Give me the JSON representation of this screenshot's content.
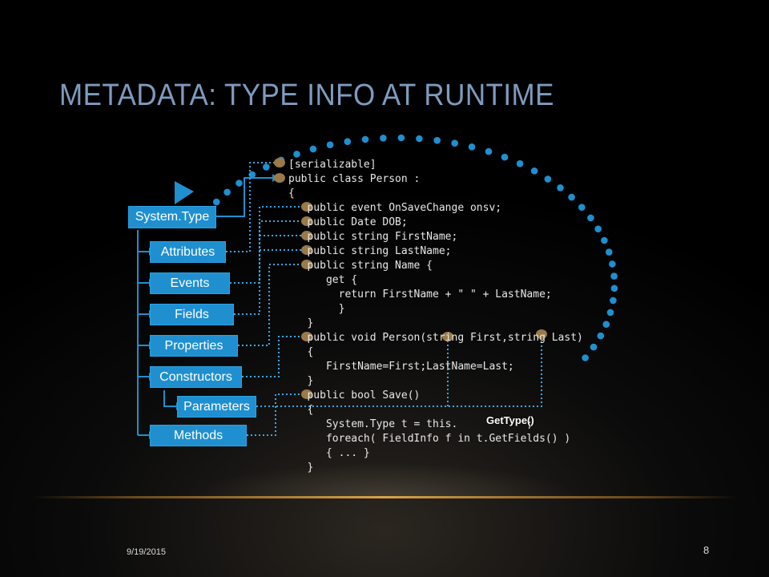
{
  "slide": {
    "title": "METADATA: TYPE INFO AT RUNTIME",
    "date": "9/19/2015",
    "page_number": "8"
  },
  "boxes": {
    "system_type": "System.Type",
    "attributes": "Attributes",
    "events": "Events",
    "fields": "Fields",
    "properties": "Properties",
    "constructors": "Constructors",
    "parameters": "Parameters",
    "methods": "Methods"
  },
  "code": [
    "[serializable]",
    "public class Person :",
    "{",
    "   public event OnSaveChange onsv;",
    "   public Date DOB;",
    "   public string FirstName;",
    "   public string LastName;",
    "   public string Name {",
    "      get {",
    "        return FirstName + \" \" + LastName;",
    "        }",
    "   }",
    "   public void Person(string First,string Last)",
    "   {",
    "      FirstName=First;LastName=Last;",
    "   }",
    "   public bool Save()",
    "   {",
    "      System.Type t = this.           ;",
    "      foreach( FieldInfo f in t.GetFields() )",
    "      { ... }",
    "   }"
  ],
  "gettype_label": "GetType()",
  "colors": {
    "accent_blue": "#1f8fd0",
    "dot_blue": "#1f8fd0",
    "bullet_brown": "#9a7a4a",
    "title_blue": "#7e9bbf"
  }
}
